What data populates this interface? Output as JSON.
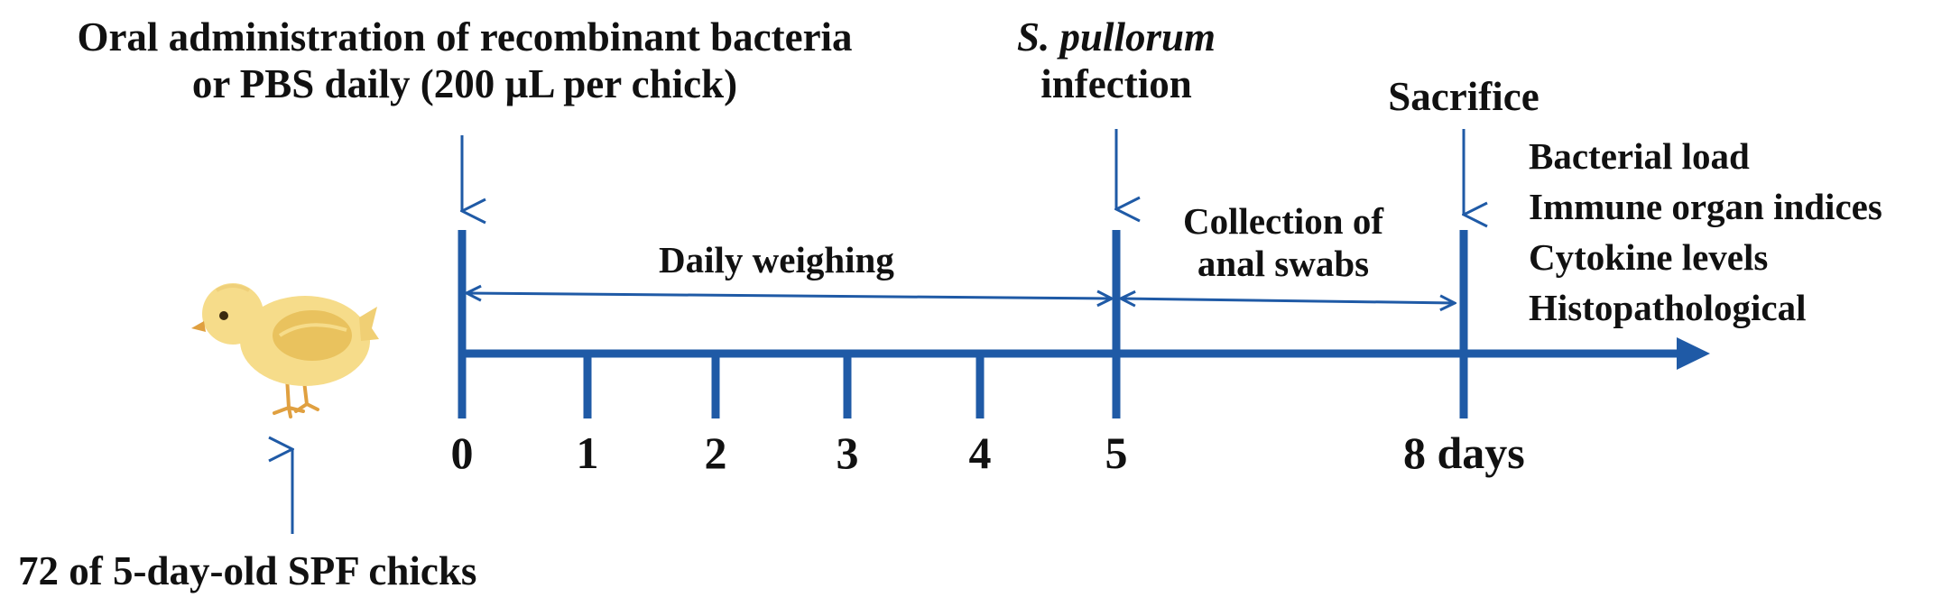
{
  "colors": {
    "timeline": "#1f5aa6",
    "text": "#111111",
    "chick_body": "#f6dc8a",
    "chick_shade": "#e9c25e",
    "chick_beak": "#e0a040"
  },
  "top": {
    "administration_line1": "Oral administration of recombinant bacteria",
    "administration_line2": "or PBS daily (200 µL per chick)",
    "infection_pathogen": "S. pullorum",
    "infection_word": "infection",
    "sacrifice": "Sacrifice"
  },
  "periods": {
    "weighing": "Daily weighing",
    "swabs_line1": "Collection of",
    "swabs_line2": "anal swabs"
  },
  "analyses": [
    "Bacterial load",
    "Immune organ indices",
    "Cytokine levels",
    "Histopathological"
  ],
  "ticks": [
    {
      "label": "0",
      "day": 0
    },
    {
      "label": "1",
      "day": 1
    },
    {
      "label": "2",
      "day": 2
    },
    {
      "label": "3",
      "day": 3
    },
    {
      "label": "4",
      "day": 4
    },
    {
      "label": "5",
      "day": 5
    },
    {
      "label": "8 days",
      "day": 8
    }
  ],
  "subjects": "72 of 5-day-old SPF chicks",
  "icons": {
    "chick": "chick-icon"
  }
}
